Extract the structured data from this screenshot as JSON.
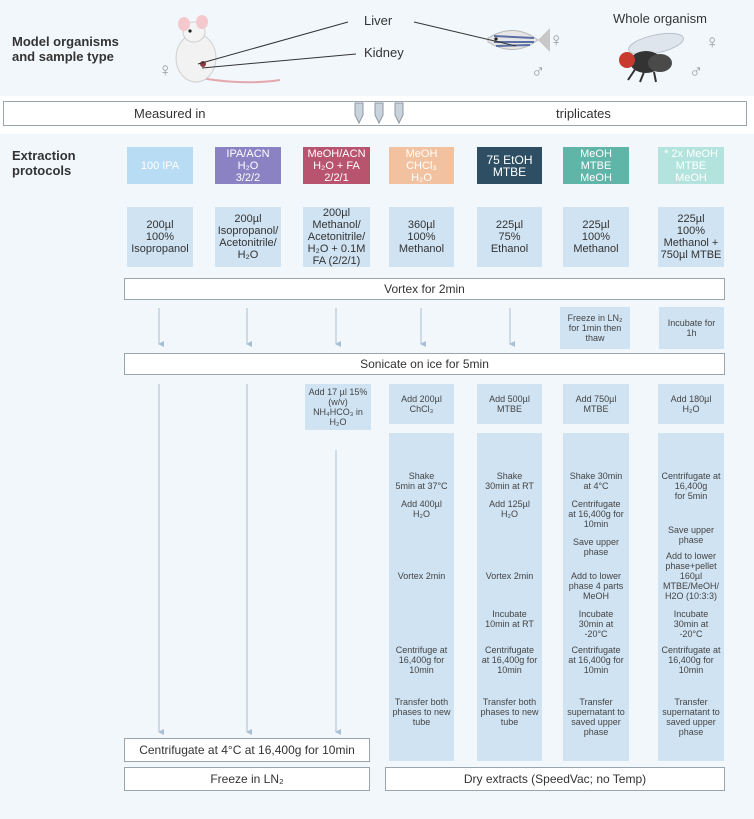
{
  "header": {
    "title": "Model organisms and sample type",
    "title_line1": "Model organisms",
    "title_line2": "and sample type",
    "liver_label": "Liver",
    "kidney_label": "Kidney",
    "whole_label": "Whole organism",
    "female_symbol": "♀",
    "male_symbol": "♂"
  },
  "measured": {
    "left": "Measured in",
    "right": "triplicates"
  },
  "extraction": {
    "line1": "Extraction",
    "line2": "protocols"
  },
  "protocols": [
    {
      "name": "100 IPA",
      "color": "#b8dcf3",
      "text_color": "#ffffff"
    },
    {
      "name": "IPA/ACN\nH₂O\n3/2/2",
      "color": "#8b82c4",
      "text_color": "#ffffff"
    },
    {
      "name": "MeOH/ACN\nH₂O + FA\n2/2/1",
      "color": "#b8546e",
      "text_color": "#ffffff"
    },
    {
      "name": "MeOH\nCHCl₃\nH₂O",
      "color": "#f2c2a0",
      "text_color": "#ffffff"
    },
    {
      "name": "75 EtOH\nMTBE",
      "color": "#2e4f63",
      "text_color": "#ffffff"
    },
    {
      "name": "MeOH\nMTBE\nMeOH",
      "color": "#5fb5a7",
      "text_color": "#ffffff"
    },
    {
      "name": "* 2x MeOH\nMTBE\nMeOH",
      "color": "#b2e3dc",
      "text_color": "#ffffff"
    }
  ],
  "solvents": [
    "200µl\n100%\nIsopropanol",
    "200µl\nIsopropanol/\nAcetonitrile/\nH₂O",
    "200µl\nMethanol/\nAcetonitrile/\nH₂O + 0.1M\nFA (2/2/1)",
    "360µl\n100%\nMethanol",
    "225µl\n75%\nEthanol",
    "225µl\n100%\nMethanol",
    "225µl\n100%\nMethanol +\n750µl MTBE"
  ],
  "vortex": "Vortex for 2min",
  "freeze_ln2_step": "Freeze in LN₂\nfor 1min then\nthaw",
  "incubate_1h": "Incubate for\n1h",
  "sonicate": "Sonicate on ice for 5min",
  "add_steps": [
    "Add 17 µl 15%\n(w/v)\nNH₄HCO₃ in\nH₂O",
    "Add 200µl\nChCl₃",
    "Add 500µl\nMTBE",
    "Add 750µl\nMTBE",
    "Add 180µl\nH₂O"
  ],
  "col_steps": {
    "c4": [
      "Shake\n5min at 37°C",
      "Add 400µl\nH₂O",
      "Vortex 2min",
      "Centrifuge at\n16,400g for\n10min",
      "Transfer both\nphases to new\ntube"
    ],
    "c5": [
      "Shake\n30min at RT",
      "Add 125µl\nH₂O",
      "Vortex 2min",
      "Incubate\n10min at RT",
      "Centrifugate\nat 16,400g for\n10min",
      "Transfer both\nphases to new\ntube"
    ],
    "c6": [
      "Shake 30min\nat 4°C",
      "Centrifugate\nat 16,400g for\n10min",
      "Save upper\nphase",
      "Add to lower\nphase 4 parts\nMeOH",
      "Incubate\n30min at\n-20°C",
      "Centrifugate\nat 16,400g for\n10min",
      "Transfer\nsupernatant to\nsaved upper\nphase"
    ],
    "c7": [
      "Centrifugate at\n16,400g\nfor 5min",
      "Save upper\nphase",
      "Add to lower\nphase+pellet\n160µl\nMTBE/MeOH/\nH2O (10:3:3)",
      "Incubate\n30min at\n-20°C",
      "Centrifugate at\n16,400g for\n10min",
      "Transfer\nsupernatant to\nsaved upper\nphase"
    ]
  },
  "centrifugate_bar": "Centrifugate  at 4°C at 16,400g for 10min",
  "freeze_bar": "Freeze in LN₂",
  "dry_bar": "Dry extracts (SpeedVac; no Temp)",
  "icons": [
    "mouse-icon",
    "zebrafish-icon",
    "fruit-fly-icon",
    "sample-tube-icon",
    "arrow-down-icon"
  ]
}
